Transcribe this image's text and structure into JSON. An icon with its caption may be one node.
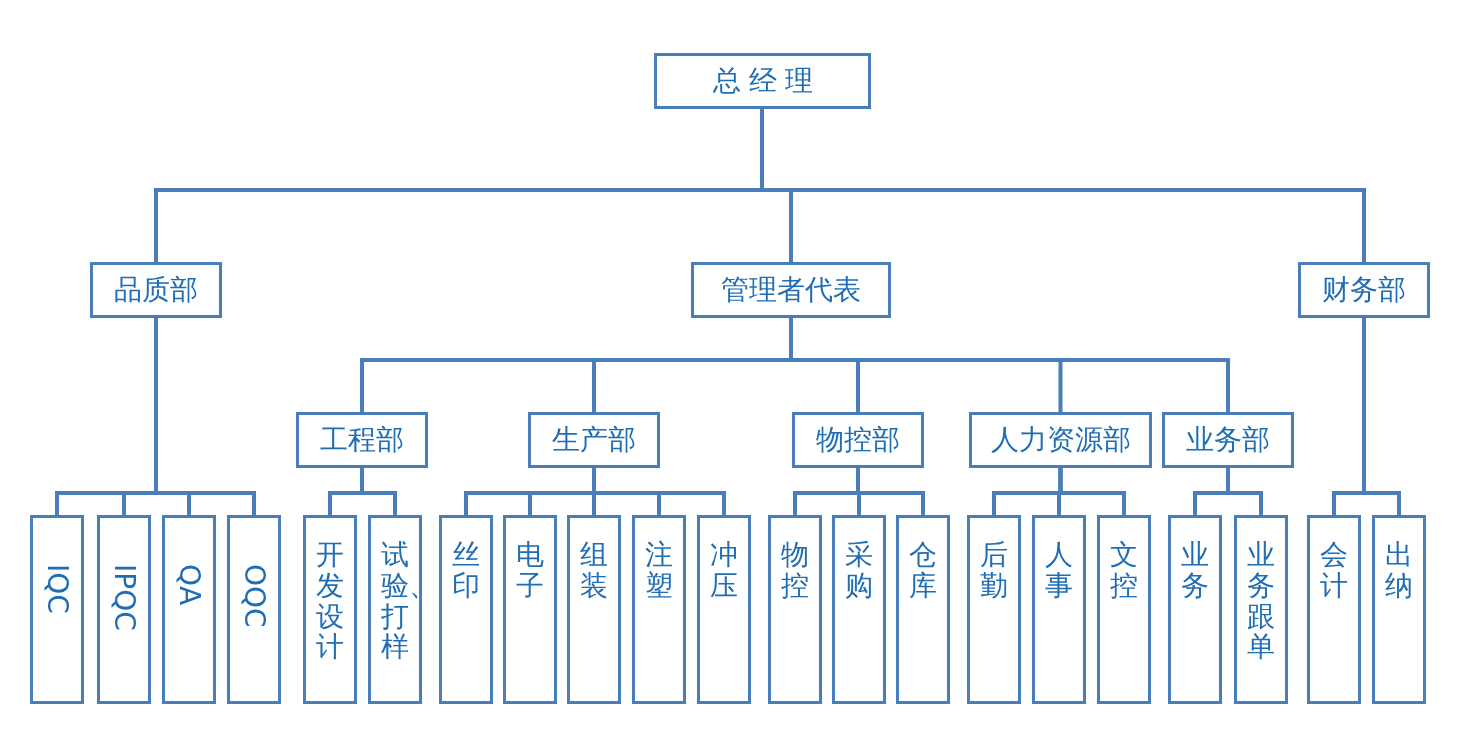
{
  "diagram": {
    "nodes": [
      {
        "text": [
          "总经理"
        ]
      },
      {
        "text": [
          "品质部"
        ]
      },
      {
        "text": [
          "管理者代表"
        ]
      },
      {
        "text": [
          "财务部"
        ]
      },
      {
        "text": [
          "工程部"
        ]
      },
      {
        "text": [
          "生产部"
        ]
      },
      {
        "text": [
          "物控部"
        ]
      },
      {
        "text": [
          "人力资源部"
        ]
      },
      {
        "text": [
          "业务部"
        ]
      },
      {
        "text": [
          "IQC"
        ]
      },
      {
        "text": [
          "IPQC"
        ]
      },
      {
        "text": [
          "QA"
        ]
      },
      {
        "text": [
          "OQC"
        ]
      },
      {
        "text": [
          "开发设计"
        ]
      },
      {
        "text": [
          "试验、打样"
        ]
      },
      {
        "text": [
          "丝印"
        ]
      },
      {
        "text": [
          "电子"
        ]
      },
      {
        "text": [
          "组装"
        ]
      },
      {
        "text": [
          "注塑"
        ]
      },
      {
        "text": [
          "冲压"
        ]
      },
      {
        "text": [
          "物控"
        ]
      },
      {
        "text": [
          "采购"
        ]
      },
      {
        "text": [
          "仓库"
        ]
      },
      {
        "text": [
          "后勤"
        ]
      },
      {
        "text": [
          "人事"
        ]
      },
      {
        "text": [
          "文控"
        ]
      },
      {
        "text": [
          "业务"
        ]
      },
      {
        "text": [
          "业务跟单"
        ]
      },
      {
        "text": [
          "会计"
        ]
      },
      {
        "text": [
          "出纳"
        ]
      }
    ],
    "edges": [
      {
        "from": 0,
        "to": 1,
        "arrow": "none"
      },
      {
        "from": 0,
        "to": 2,
        "arrow": "none"
      },
      {
        "from": 0,
        "to": 3,
        "arrow": "none"
      },
      {
        "from": 2,
        "to": 4,
        "arrow": "none"
      },
      {
        "from": 2,
        "to": 5,
        "arrow": "none"
      },
      {
        "from": 2,
        "to": 6,
        "arrow": "none"
      },
      {
        "from": 2,
        "to": 7,
        "arrow": "none"
      },
      {
        "from": 2,
        "to": 8,
        "arrow": "none"
      },
      {
        "from": 1,
        "to": 9,
        "arrow": "none"
      },
      {
        "from": 1,
        "to": 10,
        "arrow": "none"
      },
      {
        "from": 1,
        "to": 11,
        "arrow": "none"
      },
      {
        "from": 1,
        "to": 12,
        "arrow": "none"
      },
      {
        "from": 4,
        "to": 13,
        "arrow": "none"
      },
      {
        "from": 4,
        "to": 14,
        "arrow": "none"
      },
      {
        "from": 5,
        "to": 15,
        "arrow": "none"
      },
      {
        "from": 5,
        "to": 16,
        "arrow": "none"
      },
      {
        "from": 5,
        "to": 17,
        "arrow": "none"
      },
      {
        "from": 5,
        "to": 18,
        "arrow": "none"
      },
      {
        "from": 5,
        "to": 19,
        "arrow": "none"
      },
      {
        "from": 6,
        "to": 20,
        "arrow": "none"
      },
      {
        "from": 6,
        "to": 21,
        "arrow": "none"
      },
      {
        "from": 6,
        "to": 22,
        "arrow": "none"
      },
      {
        "from": 7,
        "to": 23,
        "arrow": "none"
      },
      {
        "from": 7,
        "to": 24,
        "arrow": "none"
      },
      {
        "from": 7,
        "to": 25,
        "arrow": "none"
      },
      {
        "from": 8,
        "to": 26,
        "arrow": "none"
      },
      {
        "from": 8,
        "to": 27,
        "arrow": "none"
      },
      {
        "from": 3,
        "to": 28,
        "arrow": "none"
      },
      {
        "from": 3,
        "to": 29,
        "arrow": "none"
      }
    ]
  }
}
